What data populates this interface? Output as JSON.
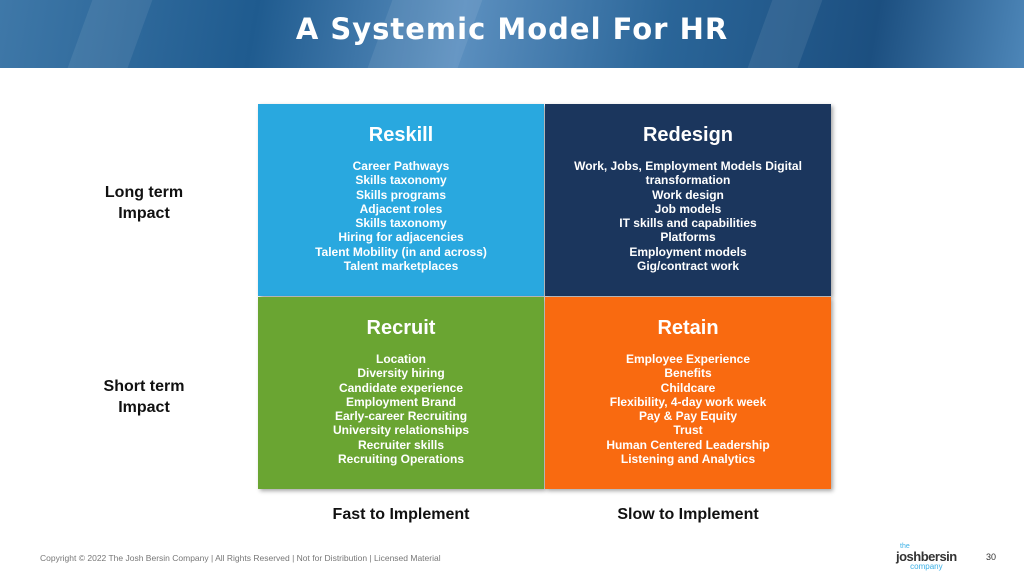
{
  "header": {
    "title": "A Systemic Model For HR"
  },
  "row_labels": [
    "Long term Impact",
    "Short term Impact"
  ],
  "col_labels": [
    "Fast to Implement",
    "Slow to Implement"
  ],
  "quadrants": [
    {
      "title": "Reskill",
      "color": "#29a8df",
      "items": [
        "Career Pathways",
        "Skills taxonomy",
        "Skills programs",
        "Adjacent roles",
        "Skills taxonomy",
        "Hiring for adjacencies",
        "Talent Mobility (in and across)",
        "Talent marketplaces"
      ]
    },
    {
      "title": "Redesign",
      "color": "#1b365d",
      "items": [
        "Work, Jobs, Employment Models Digital transformation",
        "Work design",
        "Job models",
        "IT skills and capabilities",
        "Platforms",
        "Employment models",
        "Gig/contract work"
      ]
    },
    {
      "title": "Recruit",
      "color": "#6aa532",
      "items": [
        "Location",
        "Diversity hiring",
        "Candidate experience",
        "Employment Brand",
        "Early-career Recruiting",
        "University relationships",
        "Recruiter skills",
        "Recruiting Operations"
      ]
    },
    {
      "title": "Retain",
      "color": "#f96a10",
      "items": [
        "Employee Experience",
        "Benefits",
        "Childcare",
        "Flexibility, 4-day work week",
        "Pay & Pay Equity",
        "Trust",
        "Human Centered Leadership",
        "Listening and Analytics"
      ]
    }
  ],
  "footer": {
    "copyright": "Copyright © 2022 The Josh Bersin Company | All Rights Reserved | Not for Distribution | Licensed Material",
    "page": "30",
    "logo": {
      "top": "the",
      "main": "joshbersin",
      "bottom": "company"
    }
  }
}
